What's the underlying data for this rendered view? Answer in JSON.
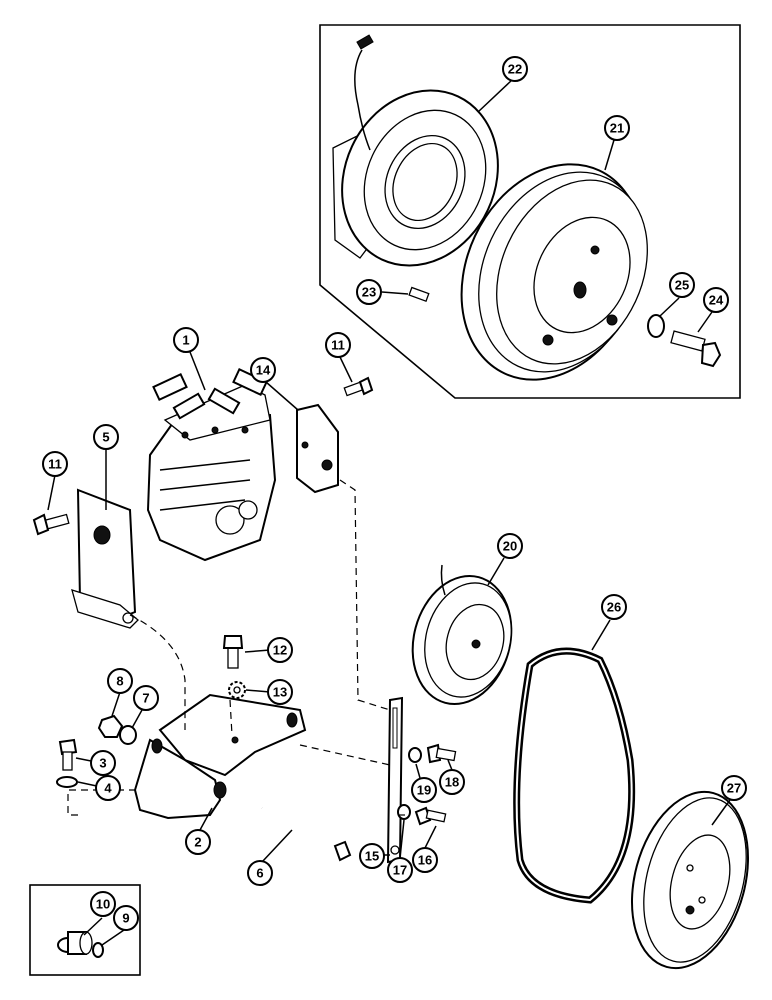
{
  "diagram": {
    "callouts": [
      {
        "id": "c1",
        "label": "1"
      },
      {
        "id": "c2",
        "label": "2"
      },
      {
        "id": "c3",
        "label": "3"
      },
      {
        "id": "c4",
        "label": "4"
      },
      {
        "id": "c5",
        "label": "5"
      },
      {
        "id": "c6",
        "label": "6"
      },
      {
        "id": "c7",
        "label": "7"
      },
      {
        "id": "c8",
        "label": "8"
      },
      {
        "id": "c9",
        "label": "9"
      },
      {
        "id": "c10",
        "label": "10"
      },
      {
        "id": "c11a",
        "label": "11"
      },
      {
        "id": "c11b",
        "label": "11"
      },
      {
        "id": "c12",
        "label": "12"
      },
      {
        "id": "c13",
        "label": "13"
      },
      {
        "id": "c14",
        "label": "14"
      },
      {
        "id": "c15",
        "label": "15"
      },
      {
        "id": "c16",
        "label": "16"
      },
      {
        "id": "c17",
        "label": "17"
      },
      {
        "id": "c18",
        "label": "18"
      },
      {
        "id": "c19",
        "label": "19"
      },
      {
        "id": "c20",
        "label": "20"
      },
      {
        "id": "c21",
        "label": "21"
      },
      {
        "id": "c22",
        "label": "22"
      },
      {
        "id": "c23",
        "label": "23"
      },
      {
        "id": "c24",
        "label": "24"
      },
      {
        "id": "c25",
        "label": "25"
      },
      {
        "id": "c26",
        "label": "26"
      },
      {
        "id": "c27",
        "label": "27"
      }
    ]
  }
}
